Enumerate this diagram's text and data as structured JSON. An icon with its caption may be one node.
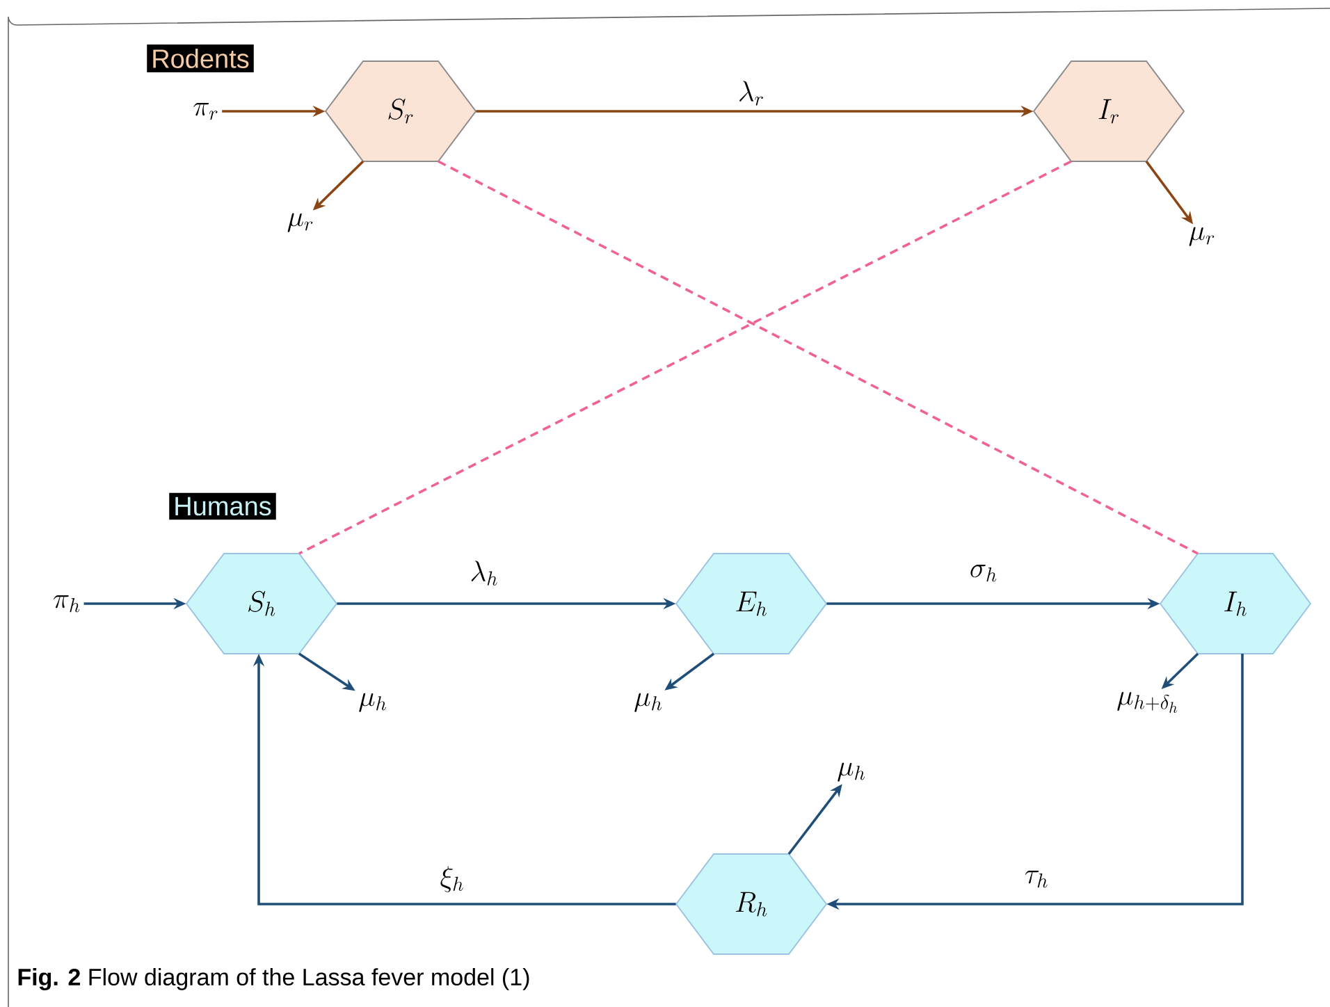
{
  "diagram": {
    "caption": "**Fig. 2** Flow diagram of the Lassa fever model (1)",
    "nodes": [
      {
        "text": [
          "Rodents"
        ]
      },
      {
        "text": [
          "\\pi_r"
        ]
      },
      {
        "text": [
          "S_r"
        ]
      },
      {
        "text": [
          "I_r"
        ]
      },
      {
        "text": [
          "\\mu_r"
        ]
      },
      {
        "text": [
          "\\mu_r"
        ]
      },
      {
        "text": [
          "Humans"
        ]
      },
      {
        "text": [
          "\\pi_h"
        ]
      },
      {
        "text": [
          "S_h"
        ]
      },
      {
        "text": [
          "E_h"
        ]
      },
      {
        "text": [
          "I_h"
        ]
      },
      {
        "text": [
          "\\mu_h"
        ]
      },
      {
        "text": [
          "\\mu_h"
        ]
      },
      {
        "text": [
          "\\mu_{h+\\delta_h}"
        ]
      },
      {
        "text": [
          "\\mu_h"
        ]
      },
      {
        "text": [
          "R_h"
        ]
      }
    ],
    "edges": [
      {
        "from": 1,
        "to": 2,
        "arrow": "to",
        "color": "#8b4513"
      },
      {
        "from": 2,
        "to": 3,
        "arrow": "to",
        "label": "\\lambda_r",
        "color": "#8b4513"
      },
      {
        "from": 2,
        "to": 4,
        "arrow": "to",
        "color": "#8b4513"
      },
      {
        "from": 3,
        "to": 5,
        "arrow": "to",
        "color": "#8b4513"
      },
      {
        "from": 2,
        "to": 10,
        "arrow": "none",
        "style": "dashed",
        "color": "#f06292"
      },
      {
        "from": 3,
        "to": 8,
        "arrow": "none",
        "style": "dashed",
        "color": "#f06292"
      },
      {
        "from": 7,
        "to": 8,
        "arrow": "to"
      },
      {
        "from": 8,
        "to": 9,
        "arrow": "to",
        "label": "\\lambda_h"
      },
      {
        "from": 9,
        "to": 10,
        "arrow": "to",
        "label": "\\sigma_h"
      },
      {
        "from": 8,
        "to": 11,
        "arrow": "to"
      },
      {
        "from": 9,
        "to": 12,
        "arrow": "to"
      },
      {
        "from": 10,
        "to": 13,
        "arrow": "to"
      },
      {
        "from": 10,
        "to": 15,
        "arrow": "to",
        "label": "\\tau_h"
      },
      {
        "from": 15,
        "to": 8,
        "arrow": "to",
        "label": "\\xi_h"
      },
      {
        "from": 15,
        "to": 14,
        "arrow": "to"
      }
    ]
  }
}
